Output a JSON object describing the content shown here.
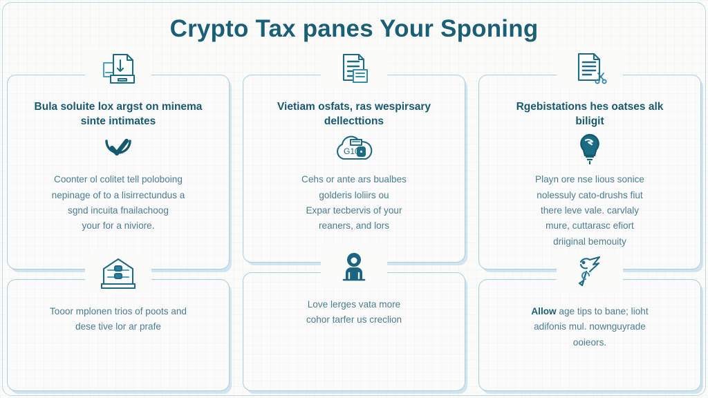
{
  "page": {
    "title": "Crypto Tax panes Your Sponing",
    "background_color": "#fbfbfa",
    "accent_color": "#1b5f77",
    "border_color": "#a9cfe0",
    "body_text_color": "#4c7d93"
  },
  "columns": [
    {
      "cards": [
        {
          "top_icon": "printer-document-icon",
          "heading": "Bula soluite lox argst on minema sinte intimates",
          "mid_icon": "check-circle-icon",
          "body": [
            "Coonter ol colitet tell poloboing",
            "nepinage of to a lisirrectundus a",
            "sgnd incuita fnailachoog",
            "your for a niviore."
          ]
        },
        {
          "top_icon": "bank-building-icon",
          "body": [
            "Tooor mplonen trios of poots and",
            "dese tive lor ar prafe"
          ]
        }
      ]
    },
    {
      "cards": [
        {
          "top_icon": "documents-stack-icon",
          "heading": "Vietiam osfats, ras wespirsary dellecttions",
          "mid_icon": "cloud-wallet-icon",
          "body": [
            "Cehs or ante ars bualbes",
            "golderis loliirs ou",
            "Expar tecbervis of your",
            "reaners, and lors"
          ]
        },
        {
          "top_icon": "person-user-icon",
          "body": [
            "Love lerges vata more",
            "cohor tarfer us creclion"
          ]
        }
      ]
    },
    {
      "cards": [
        {
          "top_icon": "document-scissors-icon",
          "heading": "Rgebistations hes oatses alk biligit",
          "mid_icon": "lightbulb-idea-icon",
          "body": [
            "Playn ore nse lious sonice",
            "nolessuly cato-drushs fiut",
            "there leve vale. carvlaly",
            "mure, cuttarasc efiort",
            "driiginal bemouity"
          ]
        },
        {
          "top_icon": "bird-quill-icon",
          "body_lead": "Allow",
          "body": [
            " age tips to bane; lioht",
            "adifonis mul. nownguyrade",
            "ooieors."
          ]
        }
      ]
    }
  ]
}
